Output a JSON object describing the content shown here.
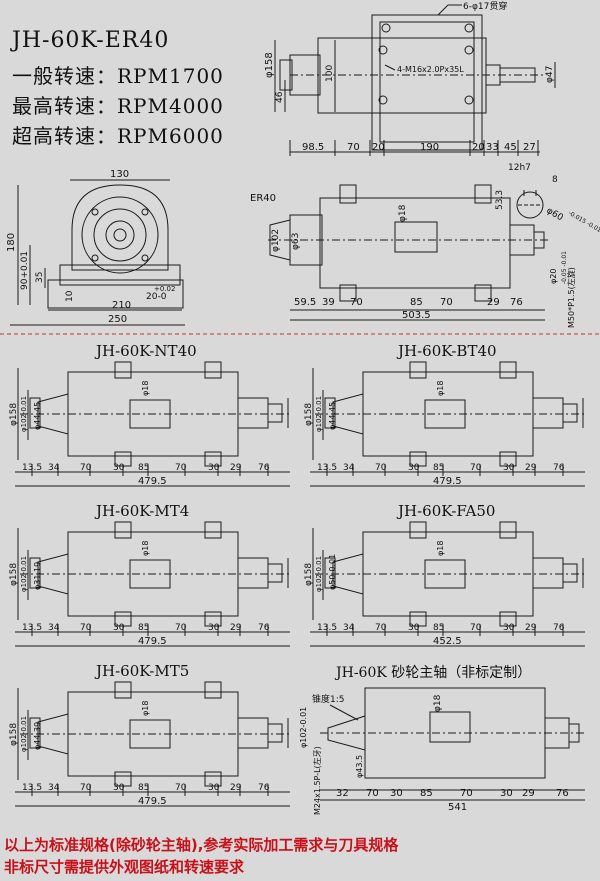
{
  "header": {
    "model": "JH-60K-ER40",
    "specs": [
      {
        "label": "一般转速：",
        "value": "RPM1700"
      },
      {
        "label": "最高转速：",
        "value": "RPM4000"
      },
      {
        "label": "超高转速：",
        "value": "RPM6000"
      }
    ]
  },
  "drawing_top": {
    "hole_note": "6-φ17贯穿",
    "thread_note": "4-M16x2.0Px35L",
    "dia_158": "φ158",
    "dim_46": "46",
    "dim_100": "100",
    "dia_47": "φ47",
    "bottom_dims": [
      "98.5",
      "70",
      "20",
      "190",
      "20",
      "33",
      "45",
      "27"
    ]
  },
  "drawing_side": {
    "dim_130": "130",
    "dim_180": "180",
    "dim_90": "90+0.01",
    "dim_35": "35",
    "dim_10": "10",
    "dim_20": "20-0",
    "dim_20_tol": "+0.02",
    "dim_210": "210",
    "dim_250": "250"
  },
  "drawing_er40": {
    "collet": "ER40",
    "key": "12h7",
    "dim_8": "8",
    "dim_53": "53.3",
    "dia_60": "φ60",
    "dia_60_tol": "-0.015 -0.01",
    "dia_102": "φ102",
    "dia_63": "φ63",
    "dia_18": "φ18",
    "dia_20": "φ20",
    "dia_20_tol": "-0.05 -0.01",
    "thread": "M50*P1.5(左旋)",
    "bottom_dims": [
      "59.5",
      "39",
      "70",
      "85",
      "70",
      "29",
      "76"
    ],
    "total": "503.5"
  },
  "variants": [
    {
      "title": "JH-60K-NT40",
      "dia_outer": "φ158",
      "dia_mid": "φ102-0.01",
      "dia_inner": "φ44.45",
      "dia_18": "φ18",
      "dims": [
        "13.5",
        "34",
        "70",
        "30",
        "85",
        "70",
        "30",
        "29",
        "76"
      ],
      "total": "479.5"
    },
    {
      "title": "JH-60K-BT40",
      "dia_outer": "φ158",
      "dia_mid": "φ102-0.01",
      "dia_inner": "φ44.45",
      "dia_18": "φ18",
      "dims": [
        "13.5",
        "34",
        "70",
        "30",
        "85",
        "70",
        "30",
        "29",
        "76"
      ],
      "total": "479.5"
    },
    {
      "title": "JH-60K-MT4",
      "dia_outer": "φ158",
      "dia_mid": "φ102-0.01",
      "dia_inner": "φ31.19",
      "dia_18": "φ18",
      "dims": [
        "13.5",
        "34",
        "70",
        "30",
        "85",
        "70",
        "30",
        "29",
        "76"
      ],
      "total": "479.5"
    },
    {
      "title": "JH-60K-FA50",
      "dia_outer": "φ158",
      "dia_mid": "φ102-0.01",
      "dia_inner": "φ50-0.01",
      "dia_18": "φ18",
      "dims": [
        "13.5",
        "34",
        "70",
        "30",
        "85",
        "70",
        "30",
        "29",
        "76"
      ],
      "total": "452.5"
    },
    {
      "title": "JH-60K-MT5",
      "dia_outer": "φ158",
      "dia_mid": "φ102-0.01",
      "dia_inner": "φ44.39",
      "dia_18": "φ18",
      "dims": [
        "13.5",
        "34",
        "70",
        "30",
        "85",
        "70",
        "30",
        "29",
        "76"
      ],
      "total": "479.5"
    }
  ],
  "grinding": {
    "title": "JH-60K 砂轮主轴（非标定制）",
    "taper": "锥度1:5",
    "dia_18": "φ18",
    "dia_102": "φ102-0.01",
    "dia_43": "φ43.5",
    "thread": "M24x1.5P-L(左牙)",
    "dims": [
      "32",
      "70",
      "30",
      "85",
      "70",
      "30",
      "29",
      "76"
    ],
    "total": "541"
  },
  "footer": {
    "line1": "以上为标准规格(除砂轮主轴),参考实际加工需求与刀具规格",
    "line2": "非标尺寸需提供外观图纸和转速要求"
  },
  "colors": {
    "background": "#d9d9d9",
    "line": "#1a1a1a",
    "footer_text": "#c8101a",
    "divider": "#c0392b"
  }
}
